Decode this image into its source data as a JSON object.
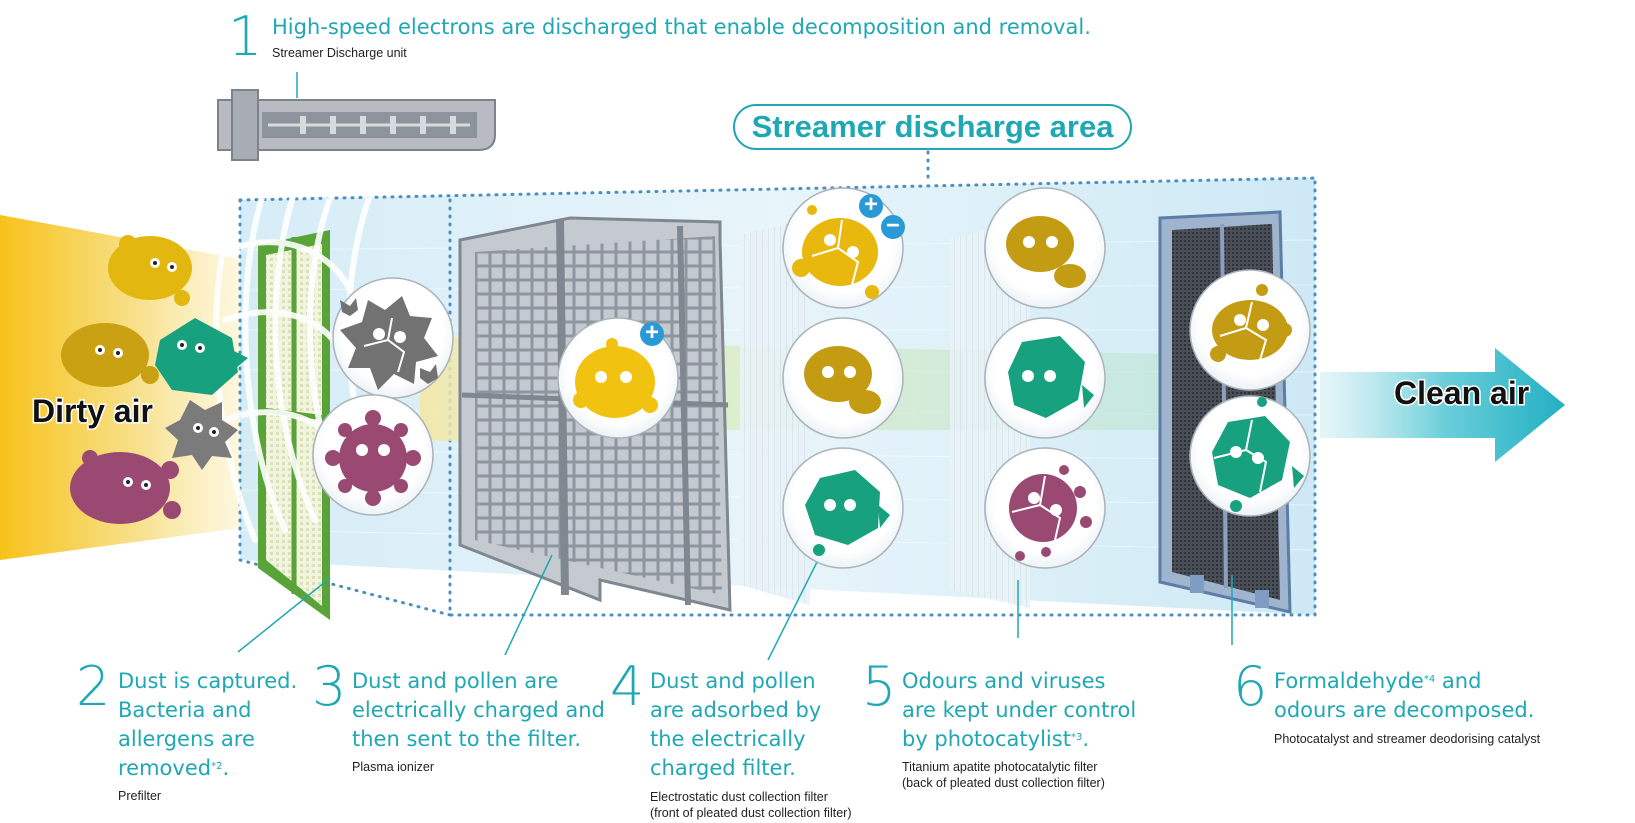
{
  "steps": [
    {
      "num": "1",
      "text": "High-speed electrons are discharged that enable decomposition and removal.",
      "sub": "Streamer Discharge unit"
    },
    {
      "num": "2",
      "text_a": "Dust is captured.\nBacteria and\nallergens are\nremoved",
      "sup": "*2",
      "text_b": ".",
      "sub": "Prefilter"
    },
    {
      "num": "3",
      "text": "Dust and pollen are\nelectrically charged and\nthen sent to the filter.",
      "sub": "Plasma ionizer"
    },
    {
      "num": "4",
      "text": "Dust and pollen\nare adsorbed by\nthe electrically\ncharged filter.",
      "sub": "Electrostatic dust collection filter\n(front of pleated dust collection filter)"
    },
    {
      "num": "5",
      "text_a": "Odours and viruses\nare kept under control\nby photocatylist",
      "sup": "*3",
      "text_b": ".",
      "sub": "Titanium apatite photocatalytic filter\n(back of pleated dust collection filter)"
    },
    {
      "num": "6",
      "text_a": "Formaldehyde",
      "sup": "*4",
      "text_b": " and\nodours are decomposed.",
      "sub": "Photocatalyst and streamer deodorising catalyst"
    }
  ],
  "area_label": "Streamer discharge area",
  "dirty_air": "Dirty air",
  "clean_air": "Clean air",
  "symbols": {
    "plus": "+",
    "minus": "−"
  },
  "colors": {
    "accent": "#1fa8b4",
    "yellow": "#e2b70f",
    "mustard": "#b99512",
    "teal": "#17a17e",
    "purple": "#9a4a72",
    "gray": "#7b7b7b",
    "arrow": "#34b9c9"
  }
}
